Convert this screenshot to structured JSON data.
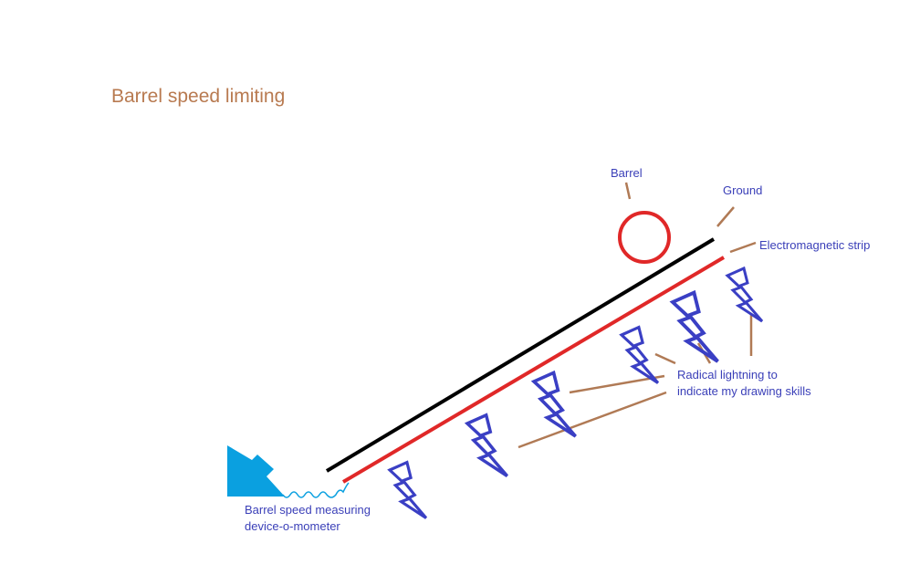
{
  "title": "Barrel speed limiting",
  "labels": {
    "barrel": "Barrel",
    "ground": "Ground",
    "strip": "Electromagnetic strip",
    "lightning": "Radical lightning to indicate my drawing skills",
    "device": "Barrel speed measuring device-o-mometer"
  },
  "colors": {
    "title": "#b87a50",
    "label_text": "#3a3fb8",
    "leader_line": "#b07a55",
    "ground_line": "#000000",
    "strip_line": "#e02828",
    "barrel": "#e02828",
    "lightning": "#3a3fc4",
    "device": "#0aa0e0"
  },
  "icons": [
    "lightning-bolt-icon",
    "barrel-circle-icon",
    "measuring-device-icon"
  ]
}
